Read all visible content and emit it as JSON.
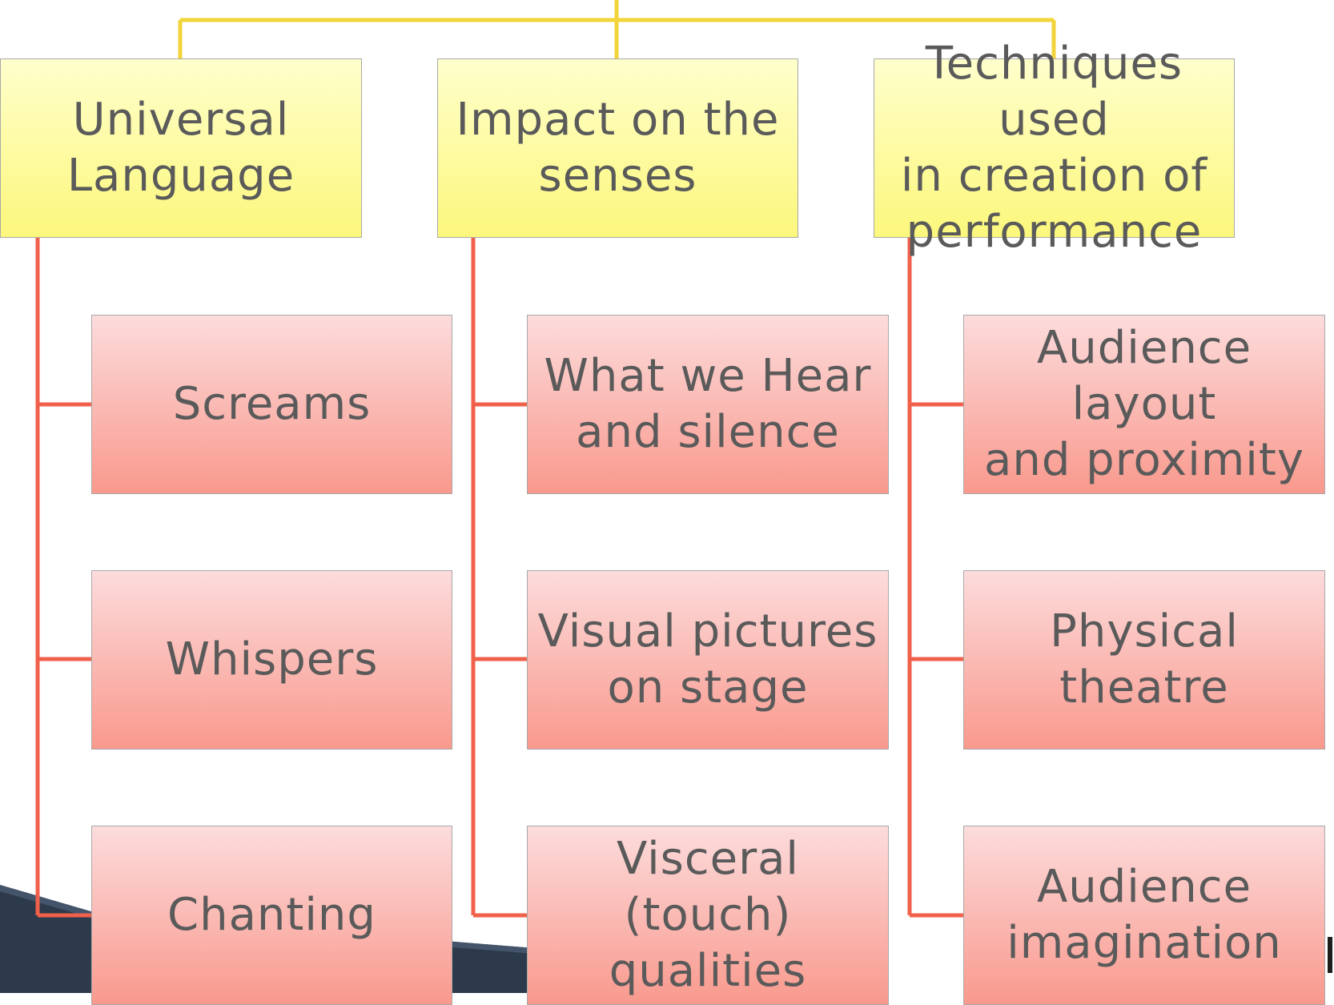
{
  "colors": {
    "top_connector": "#f2d43a",
    "branch_connector": "#f0604a",
    "parent_fill_top": "#ffffcc",
    "parent_fill_bottom": "#fcf77c",
    "child_fill_top": "#fcdcdc",
    "child_fill_bottom": "#f9998d",
    "text": "#5a5a5a",
    "backdrop_dark": "#2c3a4b"
  },
  "diagram": {
    "branches": [
      {
        "label": "Universal\nLanguage",
        "children": [
          "Screams",
          "Whispers",
          "Chanting"
        ]
      },
      {
        "label": "Impact on the\nsenses",
        "children": [
          "What we Hear\nand silence",
          "Visual pictures\non stage",
          "Visceral (touch)\nqualities"
        ]
      },
      {
        "label": "Techniques used\nin creation of\nperformance",
        "children": [
          "Audience layout\nand proximity",
          "Physical theatre",
          "Audience\nimagination"
        ]
      }
    ]
  }
}
